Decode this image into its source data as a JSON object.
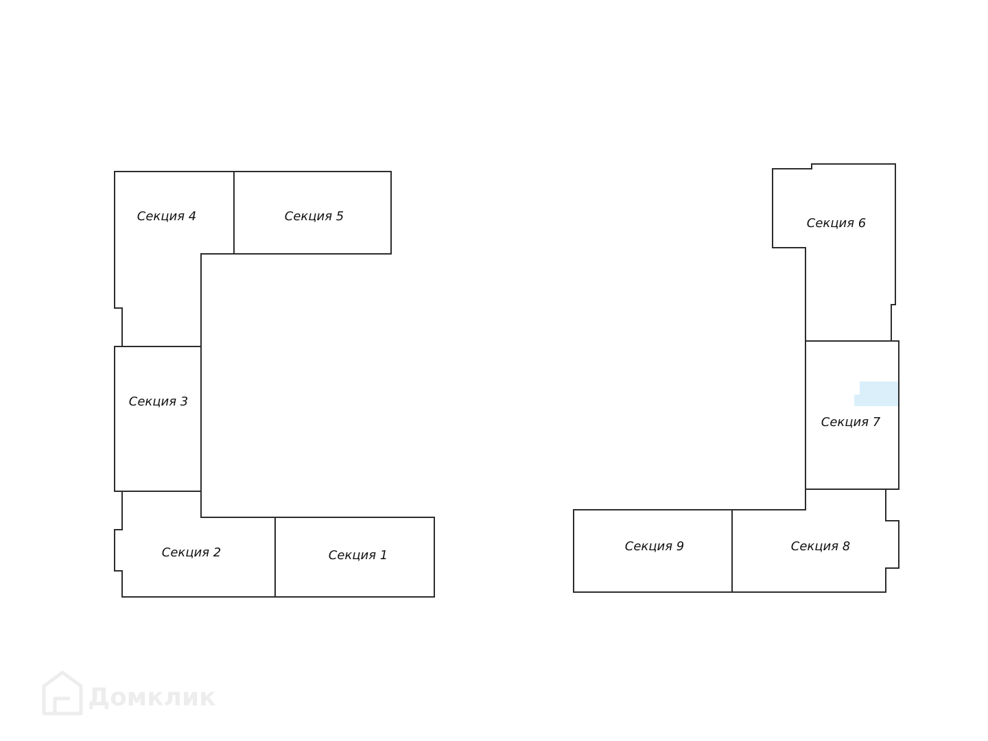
{
  "sections": [
    {
      "id": "section-1",
      "label": "Секция 1"
    },
    {
      "id": "section-2",
      "label": "Секция 2"
    },
    {
      "id": "section-3",
      "label": "Секция 3"
    },
    {
      "id": "section-4",
      "label": "Секция 4"
    },
    {
      "id": "section-5",
      "label": "Секция 5"
    },
    {
      "id": "section-6",
      "label": "Секция 6"
    },
    {
      "id": "section-7",
      "label": "Секция 7"
    },
    {
      "id": "section-8",
      "label": "Секция 8"
    },
    {
      "id": "section-9",
      "label": "Секция 9"
    }
  ],
  "watermark": {
    "text": "Домклик",
    "icon": "house-icon"
  },
  "colors": {
    "outline": "#2b2b2b",
    "label": "#111111",
    "highlight": "#dbeffa"
  }
}
